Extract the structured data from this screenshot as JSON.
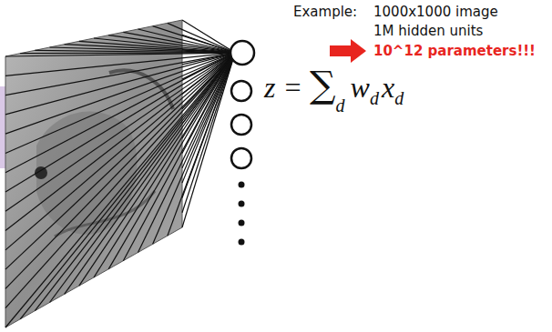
{
  "diagram": {
    "labels": [
      "Example:",
      "1000x1000 image",
      "1M hidden units",
      "10^12 parameters!!!",
      "z",
      "=",
      "∑",
      "d",
      "w",
      "d",
      "x",
      "d"
    ]
  }
}
